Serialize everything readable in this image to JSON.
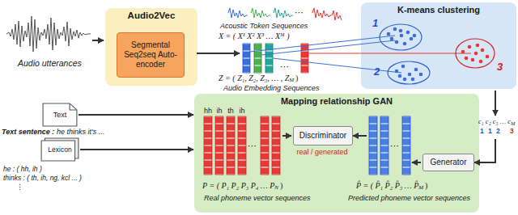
{
  "diagram": {
    "nodes": [
      {
        "text": [
          "Audio2Vec"
        ]
      },
      {
        "text": [
          "Segmental Seq2seq Auto-encoder"
        ],
        "in": 0
      },
      {
        "text": [
          "K-means clustering"
        ]
      },
      {
        "text": [
          "Text"
        ]
      },
      {
        "text": [
          "Lexicon"
        ]
      },
      {
        "text": [
          "Mapping relationship GAN"
        ]
      },
      {
        "text": [
          "Discriminator"
        ],
        "in": 5
      },
      {
        "text": [
          "Generator"
        ],
        "in": 5
      }
    ],
    "edges": [
      {
        "from": 3,
        "to": 5,
        "arrow": "to"
      },
      {
        "from": 4,
        "to": 5,
        "arrow": "to"
      }
    ],
    "labels": [
      "Audio utterances",
      "Acoustic Token Sequences",
      "X = ( X¹ X² X³ … Xᴹ )",
      "Z = ( Z₁, Z₂, Z₃, … , Z",
      "M",
      ")",
      "Audio Embedding Sequences",
      "1",
      "2",
      "3",
      "c₁ c₂ c₃ … c",
      "M",
      "1",
      "1",
      "2",
      "3",
      "Text sentence :",
      "he thinks it's ...",
      "he : ( hh, ih )",
      "thinks : ( th, ih, ng, kcl ... )",
      "⋮",
      "hh",
      "ih",
      "th",
      "ih",
      "real / generated",
      "P = ( P₁ P₂ P₃ P₄ … P",
      "N",
      ")",
      "Real phoneme vector sequences",
      "P̂ = ( P̂₁ P̂₂ P̂₃ … P̂",
      "M",
      ")",
      "Predicted phoneme vector sequences",
      "⋯",
      "⋯",
      "⋯",
      "⋯"
    ]
  }
}
